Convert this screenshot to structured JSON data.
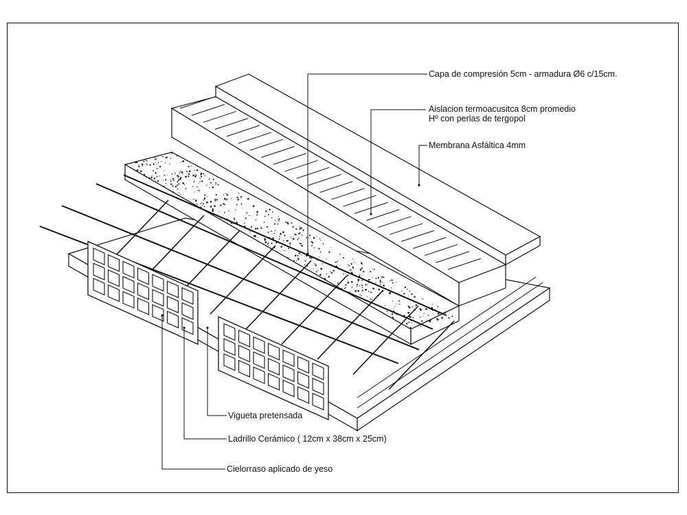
{
  "labels": {
    "capa": "Capa de compresión 5cm - armadura Ø6 c/15cm.",
    "aislacion_1": "Aislacion termoacusitca 8cm promedio",
    "aislacion_2": "Hº con perlas de tergopol",
    "membrana": "Membrana Asfáltica 4mm",
    "vigueta": "Vigueta pretensada",
    "ladrillo": "Ladrillo Cerámico ( 12cm x 38cm x 25cm)",
    "cielorraso": "Cielorraso aplicado de yeso"
  }
}
